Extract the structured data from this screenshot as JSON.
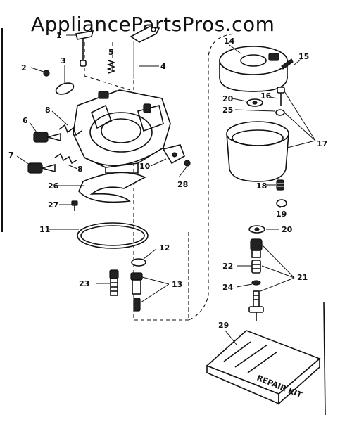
{
  "watermark": "AppliancePartsPros.com",
  "repair_kit_label": "REPAIR KIT",
  "callouts": {
    "c1": "1",
    "c2": "2",
    "c3": "3",
    "c4": "4",
    "c5": "5",
    "c6": "6",
    "c7": "7",
    "c8a": "8",
    "c8b": "8",
    "c10": "10",
    "c11": "11",
    "c12": "12",
    "c13": "13",
    "c14": "14",
    "c15": "15",
    "c16": "16",
    "c17": "17",
    "c18": "18",
    "c19": "19",
    "c20a": "20",
    "c20b": "20",
    "c21": "21",
    "c22": "22",
    "c23": "23",
    "c24": "24",
    "c25": "25",
    "c26": "26",
    "c27": "27",
    "c28": "28",
    "c29": "29"
  }
}
